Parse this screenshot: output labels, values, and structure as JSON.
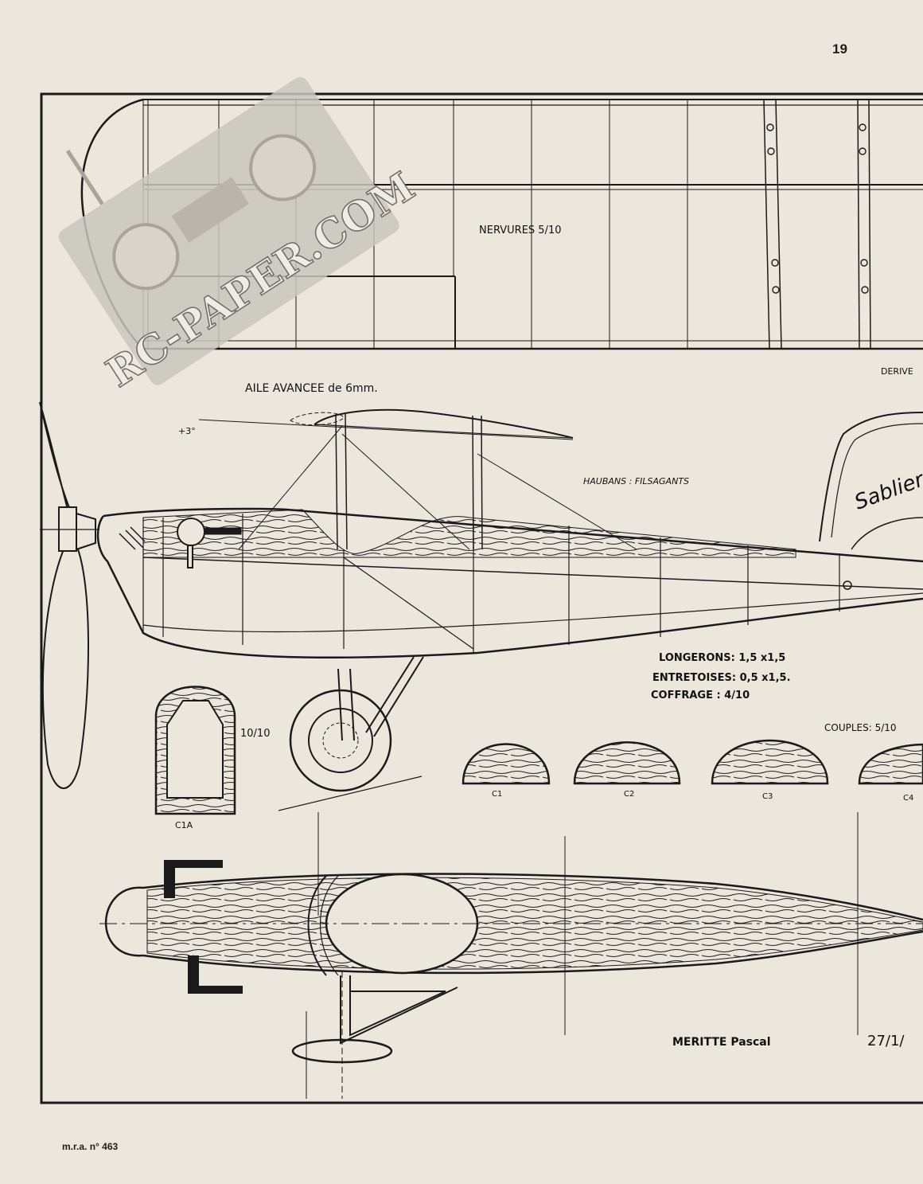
{
  "page": {
    "number": "19",
    "footer": "m.r.a. n° 463"
  },
  "watermark": {
    "text": "RC-PAPER.COM"
  },
  "annotations": {
    "nervures": "NERVURES 5/10",
    "aile": "AILE AVANCEE de 6mm.",
    "deriv": "DERIVE",
    "plus3": "+3°",
    "haubans": "HAUBANS : FILSAGANTS",
    "sablier": "Sablier",
    "longerons": "LONGERONS: 1,5 x1,5",
    "entretoises": "ENTRETOISES: 0,5 x1,5.",
    "coffrage": "COFFRAGE : 4/10",
    "couples": "COUPLES: 5/10",
    "c1a_thickness": "10/10",
    "c1a": "C1A",
    "c1": "C1",
    "c2": "C2",
    "c3": "C3",
    "c4": "C4",
    "author": "MERITTE Pascal",
    "date": "27/1/"
  },
  "colors": {
    "paper": "#ece7dc",
    "ink": "#1a1a1a",
    "watermark_fill": "#c9c5bd",
    "watermark_text": "#efece6"
  }
}
